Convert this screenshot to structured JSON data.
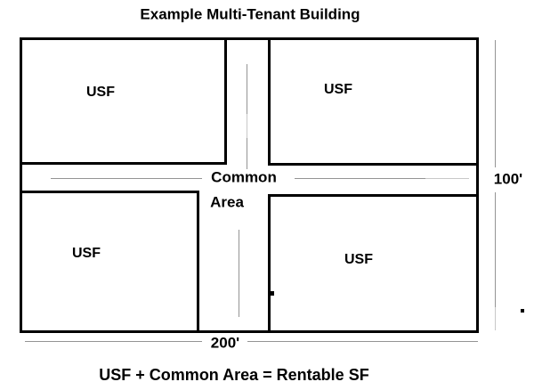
{
  "title": "Example Multi-Tenant Building",
  "caption": "USF + Common Area = Rentable SF",
  "rooms": [
    {
      "id": "top-left",
      "label": "USF"
    },
    {
      "id": "top-right",
      "label": "USF"
    },
    {
      "id": "bottom-left",
      "label": "USF"
    },
    {
      "id": "bottom-right",
      "label": "USF"
    }
  ],
  "common_area": {
    "line1": "Common",
    "line2": "Area"
  },
  "dimensions": {
    "height_label": "100'",
    "width_label": "200'"
  },
  "colors": {
    "line": "#000000",
    "guide": "#949494",
    "guide_light": "#c8c8c8",
    "background": "#ffffff",
    "text": "#000000"
  }
}
